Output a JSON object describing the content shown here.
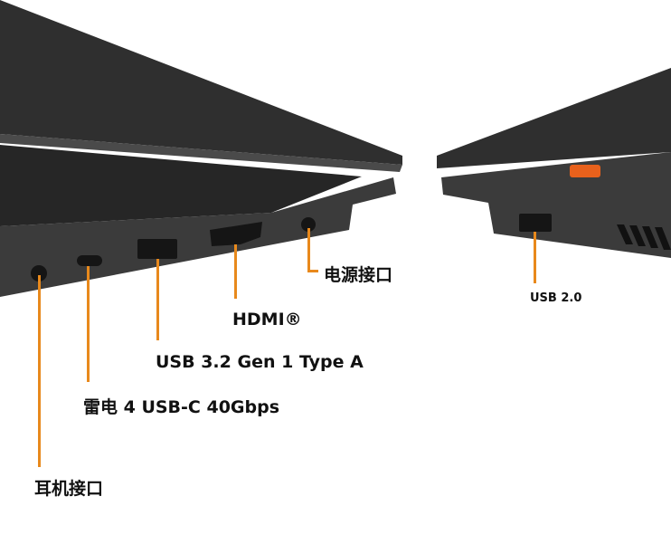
{
  "colors": {
    "accent": "#e8891c",
    "chassis": "#3a3a3a",
    "lid": "#2f2f2f",
    "port": "#1a1a1a"
  },
  "labels": {
    "headphone": "耳机接口",
    "thunderbolt": "雷电 4 USB-C  40Gbps",
    "usb_a": "USB 3.2 Gen 1 Type A",
    "hdmi": "HDMI®",
    "power": "电源接口",
    "usb2": "USB 2.0"
  }
}
